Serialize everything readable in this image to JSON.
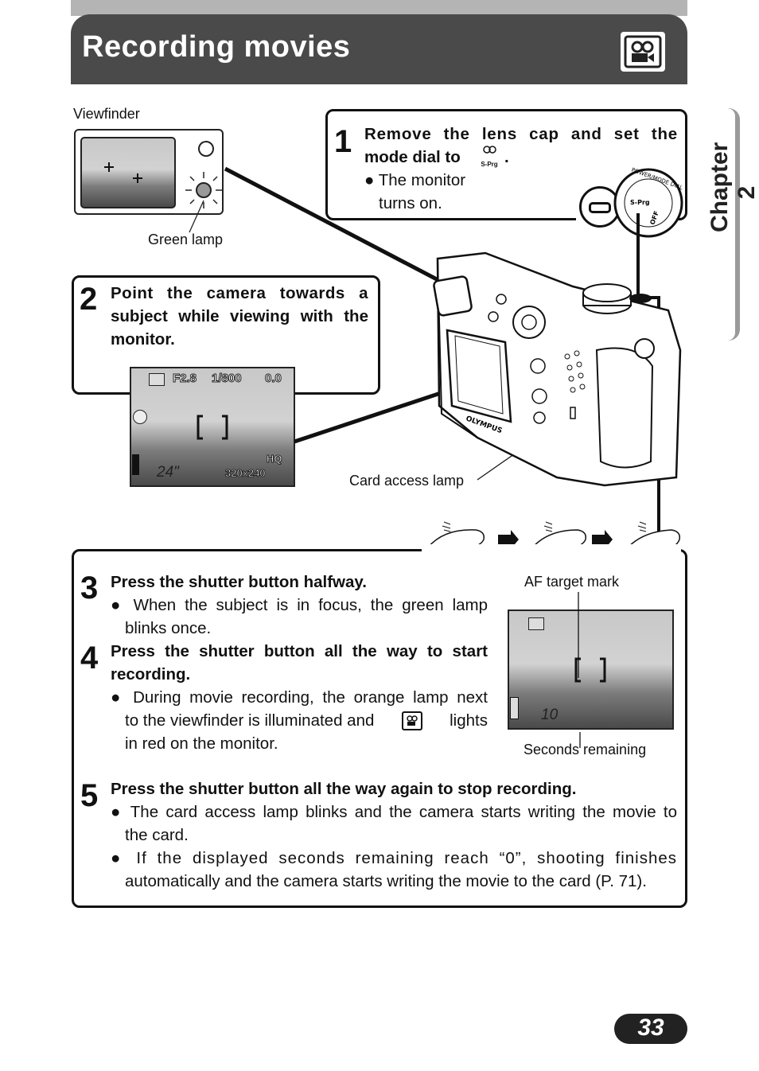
{
  "header": {
    "title": "Recording movies",
    "icon": "movie-camera-icon"
  },
  "chapter": "Chapter 2",
  "labels": {
    "viewfinder": "Viewfinder",
    "green_lamp": "Green lamp",
    "card_access_lamp": "Card access lamp",
    "af_target_mark": "AF target mark",
    "seconds_remaining": "Seconds remaining"
  },
  "step1": {
    "num": "1",
    "title_line1": "Remove the lens cap and set the",
    "title_line2": "mode dial to",
    "mode_symbol_text": "S-Prg",
    "bullet_line1": "The monitor",
    "bullet_line2": "turns on."
  },
  "step2": {
    "num": "2",
    "line1": "Point the camera towards a",
    "line2": "subject while viewing with the",
    "line3": "monitor."
  },
  "monitor1": {
    "aperture": "F2.8",
    "shutter": "1/800",
    "exposure": "0.0",
    "quality": "HQ",
    "size": "320x240",
    "seconds": "24\""
  },
  "dial": {
    "power_mode_dial": "POWER/MODE DIAL",
    "s_prg": "S-Prg",
    "off": "OFF"
  },
  "camera": {
    "brand": "OLYMPUS"
  },
  "step3": {
    "num": "3",
    "title": "Press the shutter button halfway.",
    "bullet_line1": "When the subject is in focus, the green lamp",
    "bullet_line2": "blinks once."
  },
  "step4": {
    "num": "4",
    "title_line1": "Press the shutter button all the way to start",
    "title_line2": "recording.",
    "b1_line1": "During movie recording, the orange lamp next",
    "b1_line2a": "to the viewfinder is illuminated and",
    "b1_line2b": "lights",
    "b1_line3": "in red on the monitor."
  },
  "monitor2": {
    "seconds": "10"
  },
  "step5": {
    "num": "5",
    "title": "Press the shutter button all the way again to stop recording.",
    "b1_line1": "The card access lamp blinks and the camera starts writing the movie to",
    "b1_line2": "the card.",
    "b2_line1": "If the displayed seconds remaining reach “0”, shooting finishes",
    "b2_line2": "automatically and the camera starts writing the movie to the card (P. 71)."
  },
  "page_number": "33"
}
